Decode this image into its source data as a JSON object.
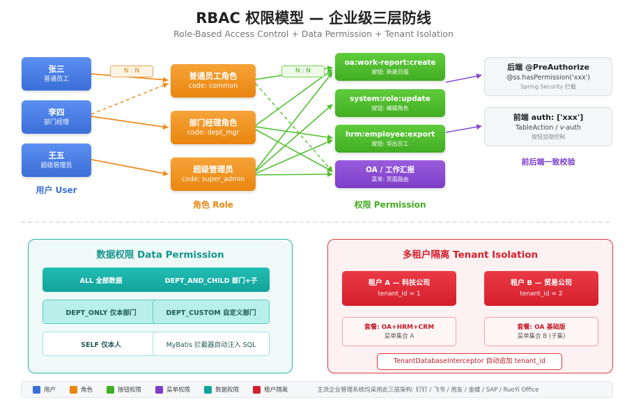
{
  "header": {
    "title": "RBAC 权限模型 — 企业级三层防线",
    "subtitle": "Role-Based Access Control + Data Permission + Tenant Isolation"
  },
  "users": [
    {
      "name": "张三",
      "desc": "普通员工"
    },
    {
      "name": "李四",
      "desc": "部门经理"
    },
    {
      "name": "王五",
      "desc": "超级管理员"
    }
  ],
  "roles": [
    {
      "name": "普通员工角色",
      "code": "code: common"
    },
    {
      "name": "部门经理角色",
      "code": "code: dept_mgr"
    },
    {
      "name": "超级管理员",
      "code": "code: super_admin"
    }
  ],
  "permissions": [
    {
      "name": "oa:work-report:create",
      "desc": "按钮: 新建日报"
    },
    {
      "name": "system:role:update",
      "desc": "按钮: 编辑角色"
    },
    {
      "name": "hrm:employee:export",
      "desc": "按钮: 导出员工"
    },
    {
      "name": "OA / 工作汇报",
      "desc": "菜单: 页面路由"
    }
  ],
  "checks": [
    {
      "title": "后端 @PreAuthorize",
      "main": "@ss.hasPermission('xxx')",
      "sub": "Spring Security 拦截"
    },
    {
      "title": "前端 auth: ['xxx']",
      "main": "TableAction / v-auth",
      "sub": "按钮显隐控制"
    }
  ],
  "relations": {
    "user_role": "N : N",
    "role_perm": "N : N"
  },
  "labels": {
    "users": "用户 User",
    "roles": "角色 Role",
    "permissions": "权限 Permission",
    "checks": "前后端一致校验"
  },
  "data_permission": {
    "title": "数据权限 Data Permission",
    "items": [
      "ALL 全部数据",
      "DEPT_AND_CHILD 部门+子",
      "DEPT_ONLY 仅本部门",
      "DEPT_CUSTOM 自定义部门",
      "SELF 仅本人",
      "MyBatis 拦截器自动注入 SQL"
    ]
  },
  "tenant": {
    "title": "多租户隔离 Tenant Isolation",
    "tenants": [
      {
        "name": "租户 A — 科技公司",
        "id": "tenant_id = 1",
        "package": "套餐: OA+HRM+CRM",
        "menu": "菜单集合 A"
      },
      {
        "name": "租户 B — 贸易公司",
        "id": "tenant_id = 2",
        "package": "套餐: OA 基础版",
        "menu": "菜单集合 B (子集)"
      }
    ],
    "interceptor": "TenantDatabaseInterceptor 自动追加 tenant_id"
  },
  "legend": {
    "items": [
      {
        "label": "用户",
        "color": "#3b6fd8"
      },
      {
        "label": "角色",
        "color": "#e9860f"
      },
      {
        "label": "按钮权限",
        "color": "#42ad22"
      },
      {
        "label": "菜单权限",
        "color": "#7b3ec8"
      },
      {
        "label": "数据权限",
        "color": "#11a49b"
      },
      {
        "label": "租户隔离",
        "color": "#d41f2c"
      }
    ],
    "note": "主流企业管理系统均采用此三层架构: 钉钉 / 飞书 / 用友 / 金蝶 / SAP / RuoYi Office"
  },
  "colors": {
    "user": "#3b6fd8",
    "role": "#e9860f",
    "button_permission": "#42ad22",
    "menu_permission": "#7b3ec8",
    "data_permission": "#11a49b",
    "tenant": "#d41f2c"
  }
}
